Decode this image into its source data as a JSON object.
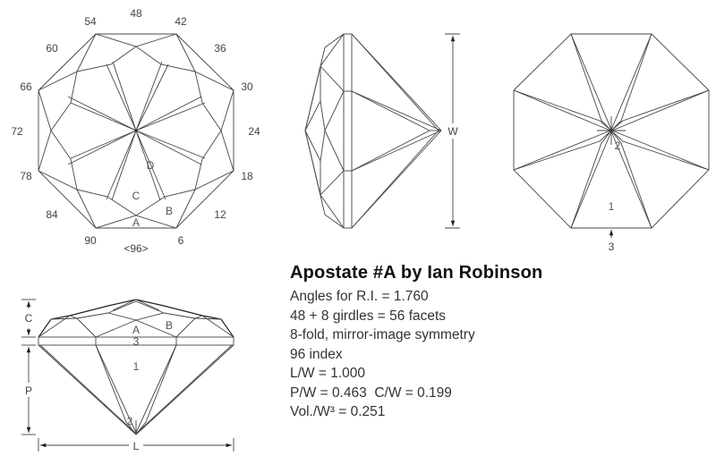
{
  "diagram": {
    "title": "Apostate #A by  Ian Robinson",
    "info_lines": [
      "Angles for R.I. = 1.760",
      "48 + 8 girdles = 56 facets",
      "8-fold, mirror-image symmetry",
      "96 index",
      "L/W = 1.000",
      "P/W = 0.463  C/W = 0.199",
      "Vol./W³ = 0.251"
    ],
    "crown_view": {
      "index_labels": [
        "48",
        "42",
        "36",
        "30",
        "24",
        "18",
        "12",
        "6",
        "<96>",
        "90",
        "84",
        "78",
        "72",
        "66",
        "60",
        "54"
      ],
      "facet_labels": [
        "A",
        "B",
        "C",
        "D"
      ]
    },
    "side_view": {
      "dimension_label": "W"
    },
    "pavilion_view": {
      "facet_labels": [
        "1",
        "2"
      ],
      "girdle_label": "3"
    },
    "profile_view": {
      "crown_dim_label": "C",
      "pavilion_dim_label": "P",
      "length_dim_label": "L",
      "facet_labels": [
        "A",
        "B",
        "3",
        "1",
        "2"
      ]
    }
  }
}
